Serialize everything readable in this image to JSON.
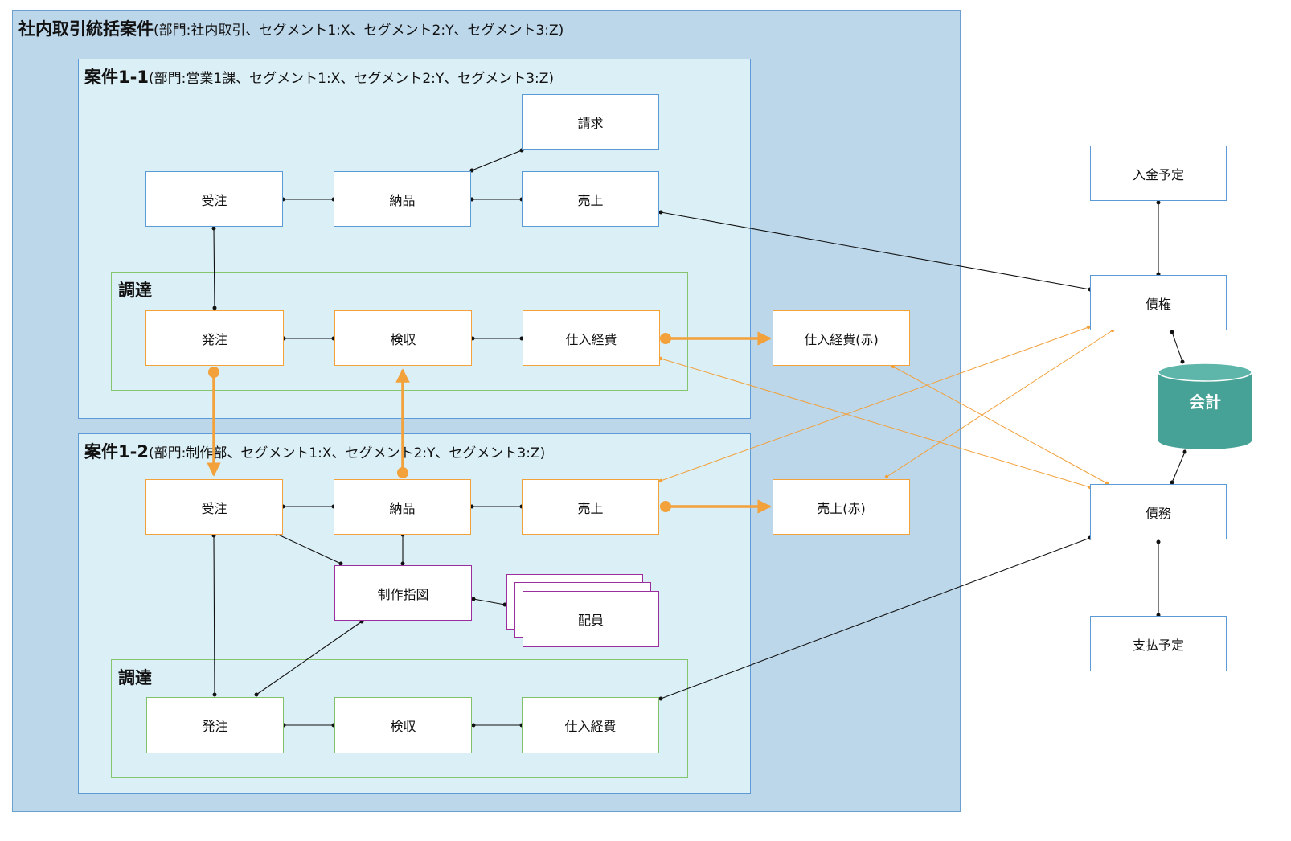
{
  "outer": {
    "title": "社内取引統括案件",
    "subtitle": "(部門:社内取引、セグメント1:X、セグメント2:Y、セグメント3:Z)"
  },
  "case1": {
    "title": "案件1-1",
    "subtitle": "(部門:営業1課、セグメント1:X、セグメント2:Y、セグメント3:Z)",
    "order": "受注",
    "delivery": "納品",
    "invoice": "請求",
    "sales": "売上",
    "procurement": {
      "title": "調達",
      "purchase_order": "発注",
      "inspection": "検収",
      "purchase_expense": "仕入経費"
    },
    "red_purchase_expense": "仕入経費(赤)"
  },
  "case2": {
    "title": "案件1-2",
    "subtitle": "(部門:制作部、セグメント1:X、セグメント2:Y、セグメント3:Z)",
    "order": "受注",
    "delivery": "納品",
    "sales": "売上",
    "red_sales": "売上(赤)",
    "production_order": "制作指図",
    "staffing": "配員",
    "procurement": {
      "title": "調達",
      "purchase_order": "発注",
      "inspection": "検収",
      "purchase_expense": "仕入経費"
    }
  },
  "side": {
    "receipt_plan": "入金予定",
    "receivable": "債権",
    "accounting": "会計",
    "payable": "債務",
    "payment_plan": "支払予定"
  },
  "colors": {
    "outer_fill": "#bcd6ea",
    "case_fill": "#dbeff6",
    "orange": "#f2a13b",
    "green": "#82c06a",
    "purple": "#9b2e9f",
    "blue": "#5b9bd5",
    "database": "#46a296"
  }
}
